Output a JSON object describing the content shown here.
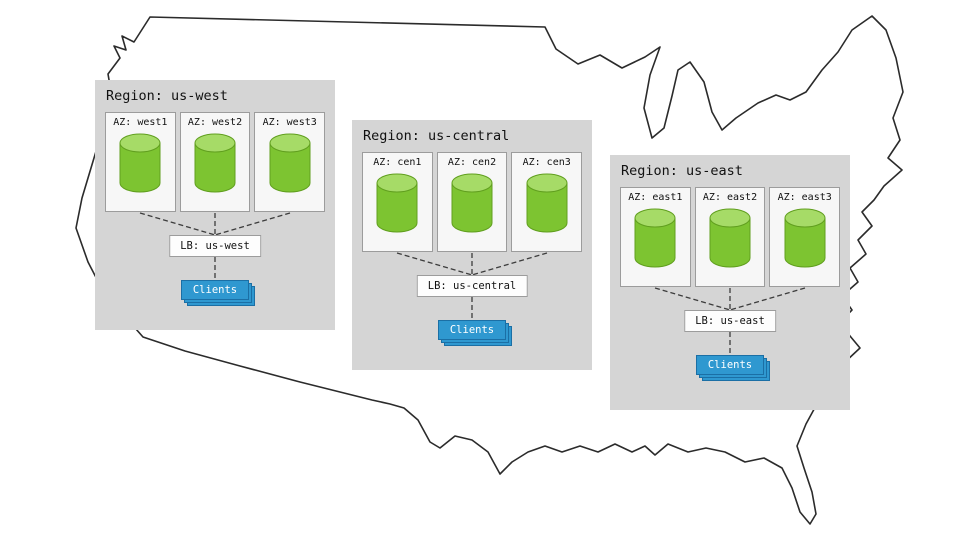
{
  "regions": [
    {
      "title": "Region: us-west",
      "azs": [
        "AZ: west1",
        "AZ: west2",
        "AZ: west3"
      ],
      "lb": "LB: us-west",
      "clients": "Clients"
    },
    {
      "title": "Region: us-central",
      "azs": [
        "AZ: cen1",
        "AZ: cen2",
        "AZ: cen3"
      ],
      "lb": "LB: us-central",
      "clients": "Clients"
    },
    {
      "title": "Region: us-east",
      "azs": [
        "AZ: east1",
        "AZ: east2",
        "AZ: east3"
      ],
      "lb": "LB: us-east",
      "clients": "Clients"
    }
  ],
  "colors": {
    "region_bg": "#d5d5d5",
    "az_bg": "#f7f7f7",
    "cylinder_body": "#7dc431",
    "cylinder_top": "#a6db67",
    "cylinder_stroke": "#619f1f",
    "clients_bg": "#2f98d0",
    "clients_border": "#1b6fa5",
    "line_color": "#3c3c3c",
    "map_stroke": "#2b2b2b"
  }
}
